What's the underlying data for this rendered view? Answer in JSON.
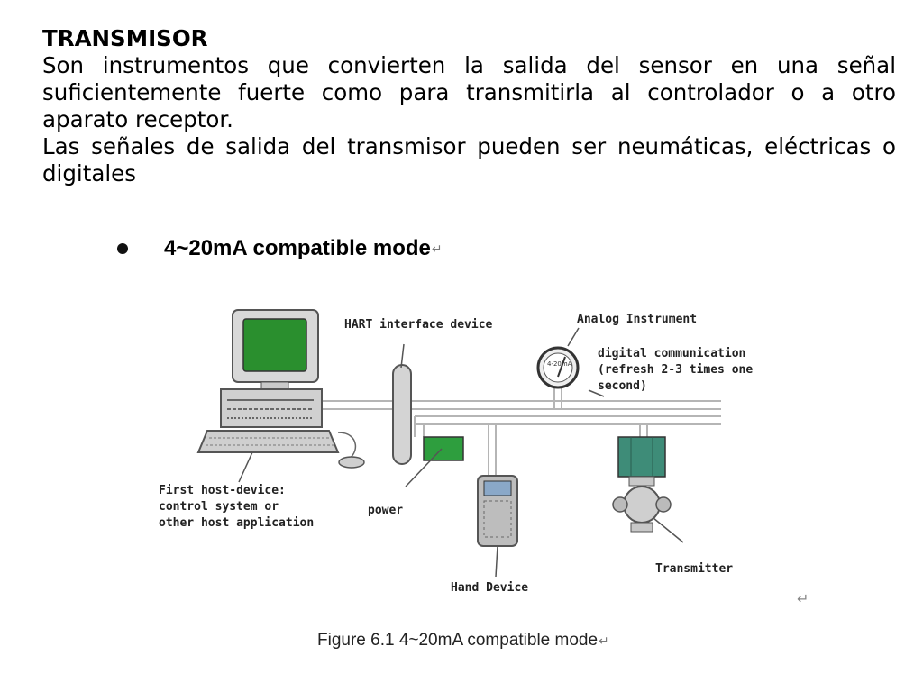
{
  "heading": "TRANSMISOR",
  "paragraph1": "Son instrumentos  que convierten  la salida del sensor en una señal suficientemente fuerte como para transmitirla al controlador o a otro aparato receptor.",
  "paragraph2": "Las señales de salida del transmisor pueden ser neumáticas, eléctricas o digitales",
  "bullet_title": "4~20mA compatible mode",
  "return_mark": "↵",
  "figure": {
    "labels": {
      "hart_interface": "HART interface device",
      "analog_instrument": "Analog Instrument",
      "gauge_text": "4-20mA",
      "digital_comm_1": "digital communication",
      "digital_comm_2": "(refresh 2-3 times one",
      "digital_comm_3": "second)",
      "host_1": "First host-device:",
      "host_2": "control system or",
      "host_3": "other host application",
      "power": "power",
      "hand_device": "Hand Device",
      "transmitter": "Transmitter"
    },
    "caption": "Figure 6.1 4~20mA compatible mode"
  },
  "colors": {
    "power_box": "#2e9e3e",
    "transmitter_body": "#3e8c78",
    "monitor_screen": "#2a8f2e",
    "line": "#b5b5b5"
  }
}
